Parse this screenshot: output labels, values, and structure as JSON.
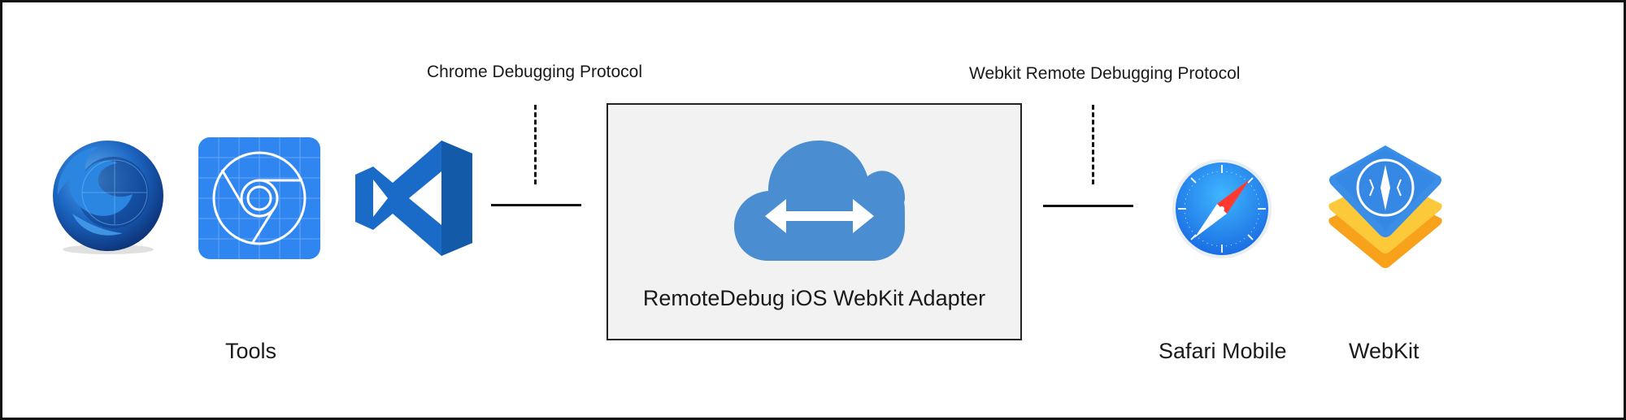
{
  "protocols": {
    "left_label": "Chrome Debugging Protocol",
    "right_label": "Webkit Remote Debugging Protocol"
  },
  "adapter": {
    "title": "RemoteDebug iOS WebKit Adapter",
    "icon": "cloud-bidirectional-arrow-icon",
    "box_fill": "#f2f2f2",
    "cloud_color": "#4a8dd0"
  },
  "tools": {
    "caption": "Tools",
    "icons": [
      "firefox-developer-edition-icon",
      "chrome-devtools-icon",
      "visual-studio-code-icon"
    ]
  },
  "targets": [
    {
      "caption": "Safari Mobile",
      "icon": "safari-compass-icon"
    },
    {
      "caption": "WebKit",
      "icon": "webkit-compass-stack-icon"
    }
  ],
  "colors": {
    "chrome_blue": "#2f86f0",
    "vscode_blue": "#1a6bc8",
    "safari_blue": "#1f8ef5",
    "webkit_yellow": "#f7b520"
  }
}
